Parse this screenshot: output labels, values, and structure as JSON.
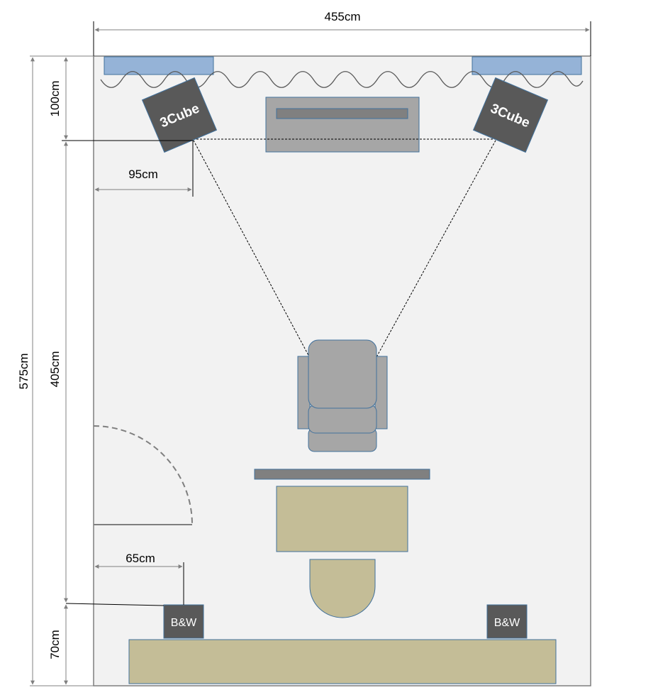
{
  "room": {
    "width_label": "455cm",
    "total_depth_label": "575cm",
    "front_zone_label": "100cm",
    "middle_zone_label": "405cm",
    "rear_zone_label": "70cm"
  },
  "front_speakers": {
    "left_label": "3Cube",
    "right_label": "3Cube",
    "side_offset_label": "95cm"
  },
  "rear_speakers": {
    "left_label": "B&W",
    "right_label": "B&W",
    "side_offset_label": "65cm"
  },
  "colors": {
    "room_fill": "#f2f2f2",
    "wall_line": "#7f7f7f",
    "window_fill": "#95b3d7",
    "speaker_fill": "#595959",
    "furniture_fill": "#a6a6a6",
    "desk_fill": "#c4bd97",
    "outline": "#41719c",
    "dim_line": "#808080"
  }
}
